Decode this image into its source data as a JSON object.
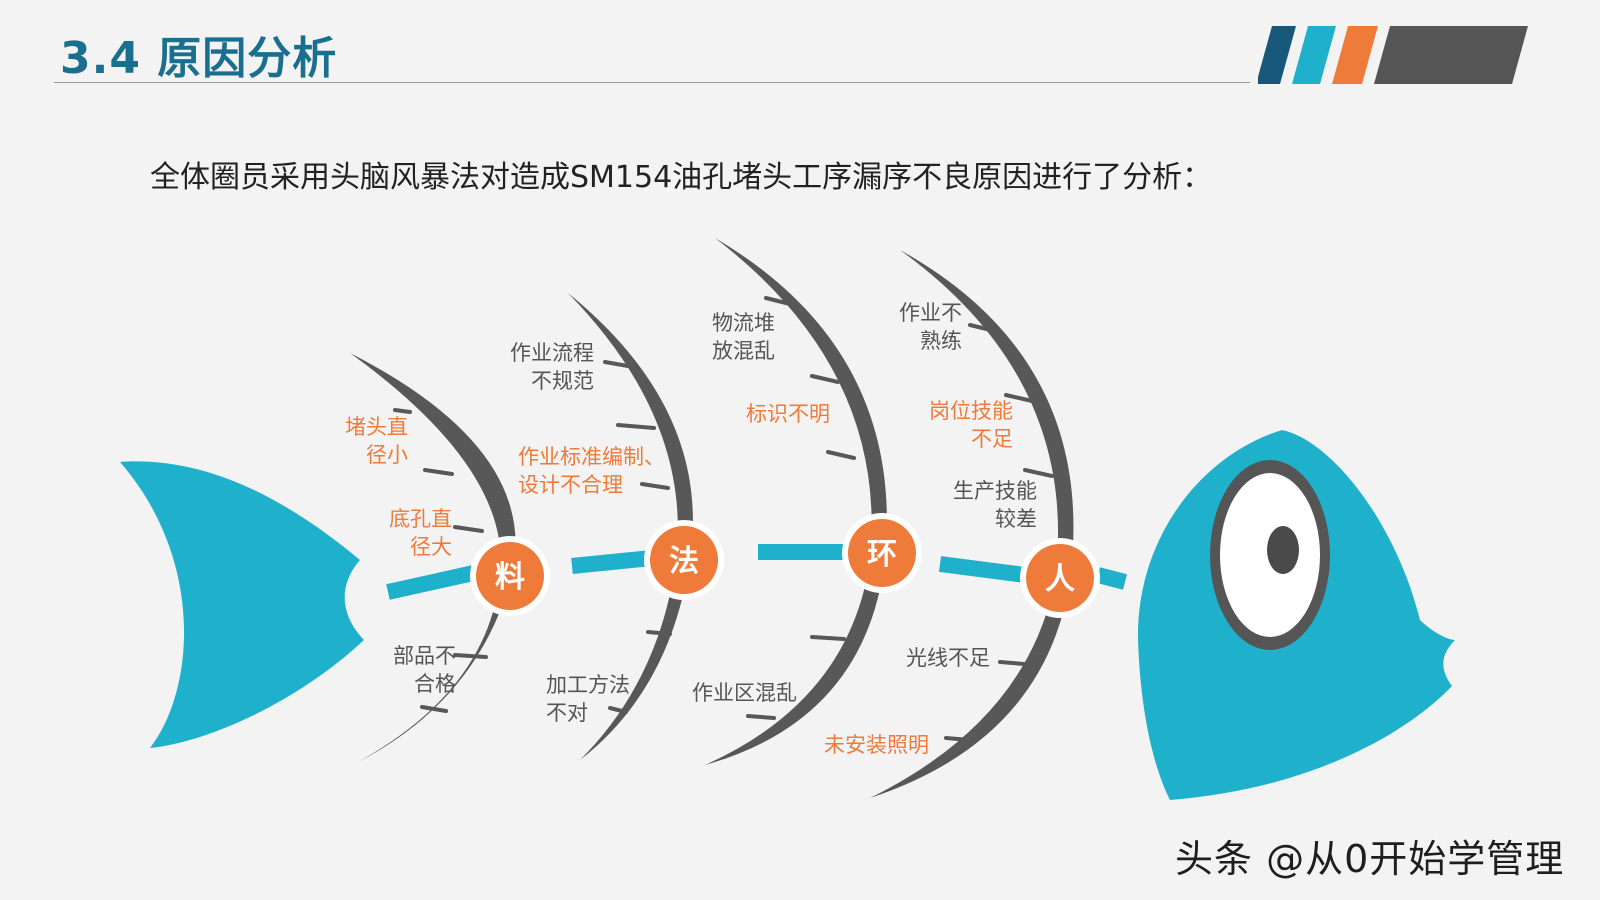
{
  "header": {
    "title": "3.4  原因分析"
  },
  "intro": "全体圈员采用头脑风暴法对造成SM154油孔堵头工序漏序不良原因进行了分析：",
  "colors": {
    "teal": "#1fb1cb",
    "orange": "#ee7b3a",
    "gray": "#5a5a5a",
    "navy": "#17577a"
  },
  "categories": [
    {
      "name": "料",
      "causes": [
        {
          "lines": [
            "堵头直",
            "径小"
          ],
          "color": "orange"
        },
        {
          "lines": [
            "底孔直",
            "径大"
          ],
          "color": "orange"
        },
        {
          "lines": [
            "部品不",
            "合格"
          ],
          "color": "gray"
        }
      ]
    },
    {
      "name": "法",
      "causes": [
        {
          "lines": [
            "作业流程",
            "不规范"
          ],
          "color": "gray"
        },
        {
          "lines": [
            "作业标准编制、",
            "设计不合理"
          ],
          "color": "orange"
        },
        {
          "lines": [
            "加工方法",
            "不对"
          ],
          "color": "gray"
        }
      ]
    },
    {
      "name": "环",
      "causes": [
        {
          "lines": [
            "物流堆",
            "放混乱"
          ],
          "color": "gray"
        },
        {
          "lines": [
            "标识不明"
          ],
          "color": "orange"
        },
        {
          "lines": [
            "作业区混乱"
          ],
          "color": "gray"
        }
      ]
    },
    {
      "name": "人",
      "causes": [
        {
          "lines": [
            "作业不",
            "熟练"
          ],
          "color": "gray"
        },
        {
          "lines": [
            "岗位技能",
            "不足"
          ],
          "color": "orange"
        },
        {
          "lines": [
            "生产技能",
            "较差"
          ],
          "color": "gray"
        },
        {
          "lines": [
            "光线不足"
          ],
          "color": "gray"
        },
        {
          "lines": [
            "未安装照明"
          ],
          "color": "orange"
        }
      ]
    }
  ],
  "watermark": "头条 @从0开始学管理"
}
